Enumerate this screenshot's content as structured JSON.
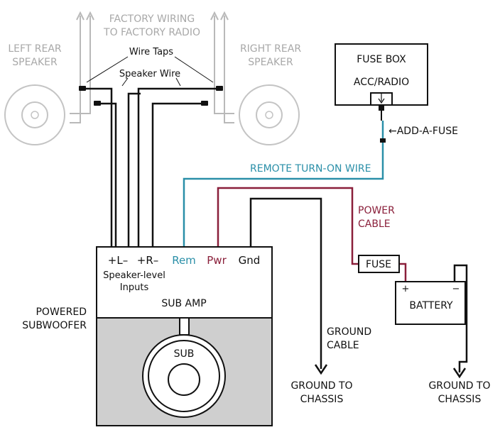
{
  "labels": {
    "factory_wiring_line1": "FACTORY WIRING",
    "factory_wiring_line2": "TO FACTORY RADIO",
    "left_speaker_line1": "LEFT REAR",
    "left_speaker_line2": "SPEAKER",
    "right_speaker_line1": "RIGHT REAR",
    "right_speaker_line2": "SPEAKER",
    "wire_taps": "Wire Taps",
    "speaker_wire": "Speaker Wire",
    "fuse_box_line1": "FUSE BOX",
    "fuse_box_line2": "ACC/RADIO",
    "add_a_fuse": "←ADD-A-FUSE",
    "remote_wire": "REMOTE TURN-ON WIRE",
    "power_cable_line1": "POWER",
    "power_cable_line2": "CABLE",
    "fuse": "FUSE",
    "battery": "BATTERY",
    "battery_plus": "+",
    "battery_minus": "−",
    "term_left": "+L–",
    "term_right": "+R–",
    "term_rem": "Rem",
    "term_pwr": "Pwr",
    "term_gnd": "Gnd",
    "speaker_level_line1": "Speaker-level",
    "speaker_level_line2": "Inputs",
    "sub_amp": "SUB AMP",
    "powered_sub_line1": "POWERED",
    "powered_sub_line2": "SUBWOOFER",
    "sub": "SUB",
    "ground_cable_line1": "GROUND",
    "ground_cable_line2": "CABLE",
    "ground_chassis_1_line1": "GROUND TO",
    "ground_chassis_1_line2": "CHASSIS",
    "ground_chassis_2_line1": "GROUND TO",
    "ground_chassis_2_line2": "CHASSIS"
  },
  "colors": {
    "speaker_wire": "#111111",
    "factory_wire": "#b9b9b9",
    "remote_wire": "#2a8fa8",
    "power_cable": "#8a1f3a",
    "ground_cable": "#111111",
    "sub_body": "#cfcfcf",
    "label_gray": "#a8a8a8"
  }
}
